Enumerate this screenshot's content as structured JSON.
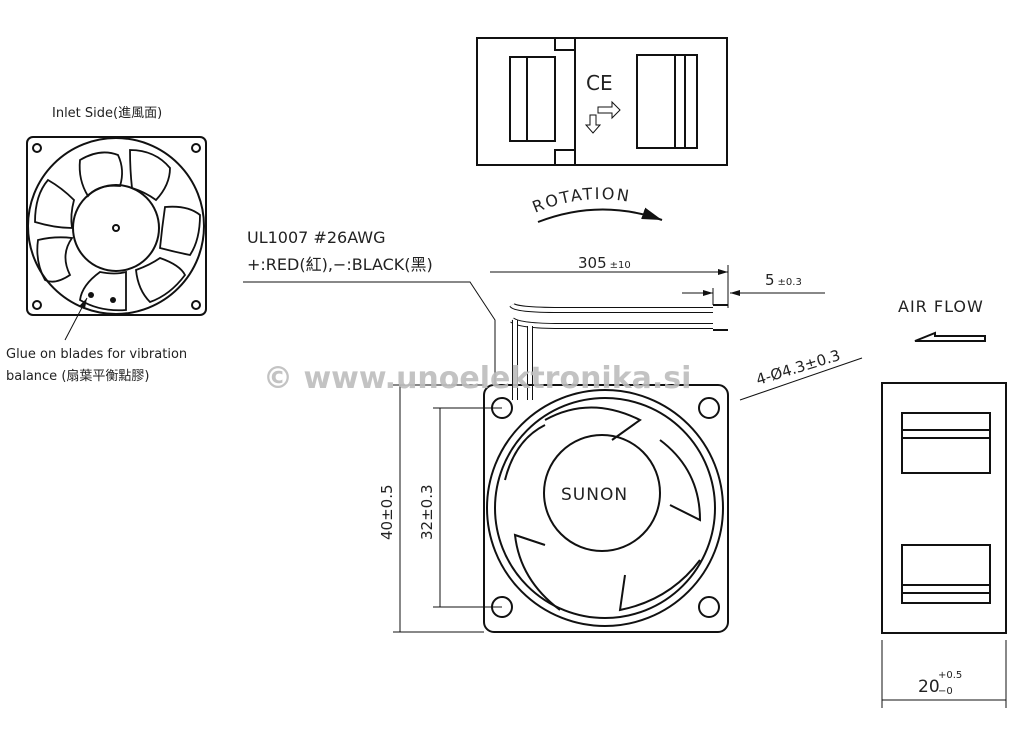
{
  "inlet_view": {
    "title": "Inlet Side(進風面)",
    "note_line1": "Glue on blades for vibration",
    "note_line2": "balance (扇葉平衡點膠)"
  },
  "top_view": {
    "ce_mark": "CE"
  },
  "rotation_label": "ROTATION",
  "wire": {
    "spec": "UL1007  #26AWG",
    "polarity": "+:RED(紅),−:BLACK(黑)",
    "length": "305",
    "length_tol": "±10",
    "strip": "5",
    "strip_tol": "±0.3"
  },
  "front_view": {
    "brand": "SUNON",
    "holes": "4-Ø4.3±0.3",
    "outer": "40±0.5",
    "pitch": "32±0.3"
  },
  "side_view": {
    "airflow_label": "AIR FLOW",
    "depth": "20",
    "depth_tol_plus": "+0.5",
    "depth_tol_minus": "−0"
  },
  "watermark": "© www.unoelektronika.si"
}
